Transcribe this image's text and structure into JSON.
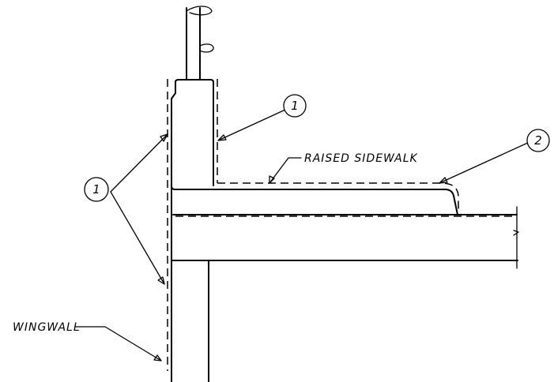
{
  "labels": {
    "raised_sidewalk": "RAISED SIDEWALK",
    "wingwall": "WINGWALL"
  },
  "callouts": {
    "left": "1",
    "top": "1",
    "right": "2"
  }
}
